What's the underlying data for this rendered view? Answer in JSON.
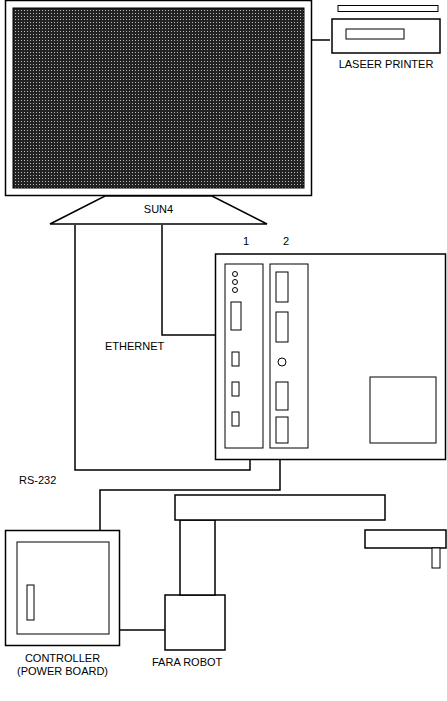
{
  "diagram": {
    "nodes": [
      {
        "text": [
          "SUN4"
        ]
      },
      {
        "text": [
          "LASEER PRINTER"
        ]
      },
      {
        "text": [
          "1",
          "2"
        ]
      },
      {
        "text": [
          "CONTROLLER (POWER BOARD)"
        ]
      },
      {
        "text": [
          "FARA ROBOT"
        ]
      }
    ],
    "edges": [
      {
        "from": 0,
        "to": 1,
        "arrow": "none"
      },
      {
        "from": 0,
        "to": 2,
        "label": "ETHERNET",
        "arrow": "none"
      },
      {
        "from": 0,
        "to": 2,
        "label": "RS-232",
        "arrow": "none"
      },
      {
        "from": 2,
        "to": 3,
        "arrow": "none"
      },
      {
        "from": 3,
        "to": 4,
        "arrow": "none"
      }
    ]
  }
}
